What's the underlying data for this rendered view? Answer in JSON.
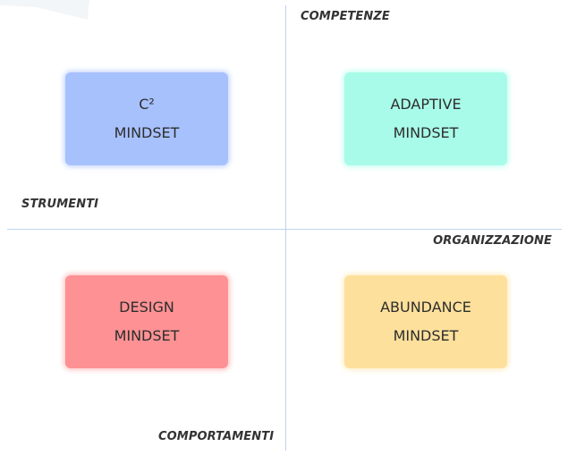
{
  "axes": {
    "top": "COMPETENZE",
    "left": "STRUMENTI",
    "right": "ORGANIZZAZIONE",
    "bottom": "COMPORTAMENTI"
  },
  "quadrants": [
    {
      "line1": "C²",
      "line2": "MINDSET",
      "color": "#a7c1fd",
      "glow": "#c9d8ff"
    },
    {
      "line1": "ADAPTIVE",
      "line2": "MINDSET",
      "color": "#a8fbe8",
      "glow": "#c9fff2"
    },
    {
      "line1": "DESIGN",
      "line2": "MINDSET",
      "color": "#fd9193",
      "glow": "#ffc3c4"
    },
    {
      "line1": "ABUNDANCE",
      "line2": "MINDSET",
      "color": "#fde09b",
      "glow": "#fff0c8"
    }
  ],
  "colors": {
    "axis": "#bcd3ee",
    "text": "#333333",
    "corner": "#f3f6f9"
  }
}
